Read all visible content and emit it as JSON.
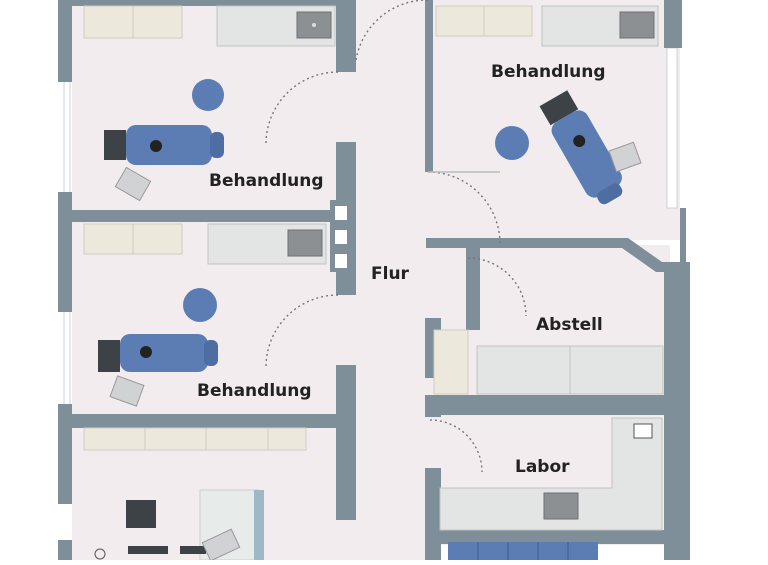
{
  "rooms": {
    "behandlung_top_right": "Behandlung",
    "behandlung_upper_left": "Behandlung",
    "behandlung_lower_left": "Behandlung",
    "flur": "Flur",
    "abstell": "Abstell",
    "labor": "Labor"
  },
  "colors": {
    "wall": "#7e8f99",
    "floor": "#f2ecee",
    "chair": "#5b7db4",
    "dark": "#3d4246",
    "cabinet": "#ece9dc",
    "counter": "#e3e4e4",
    "sink": "#8d9092",
    "glass": "#9fb8c6"
  }
}
